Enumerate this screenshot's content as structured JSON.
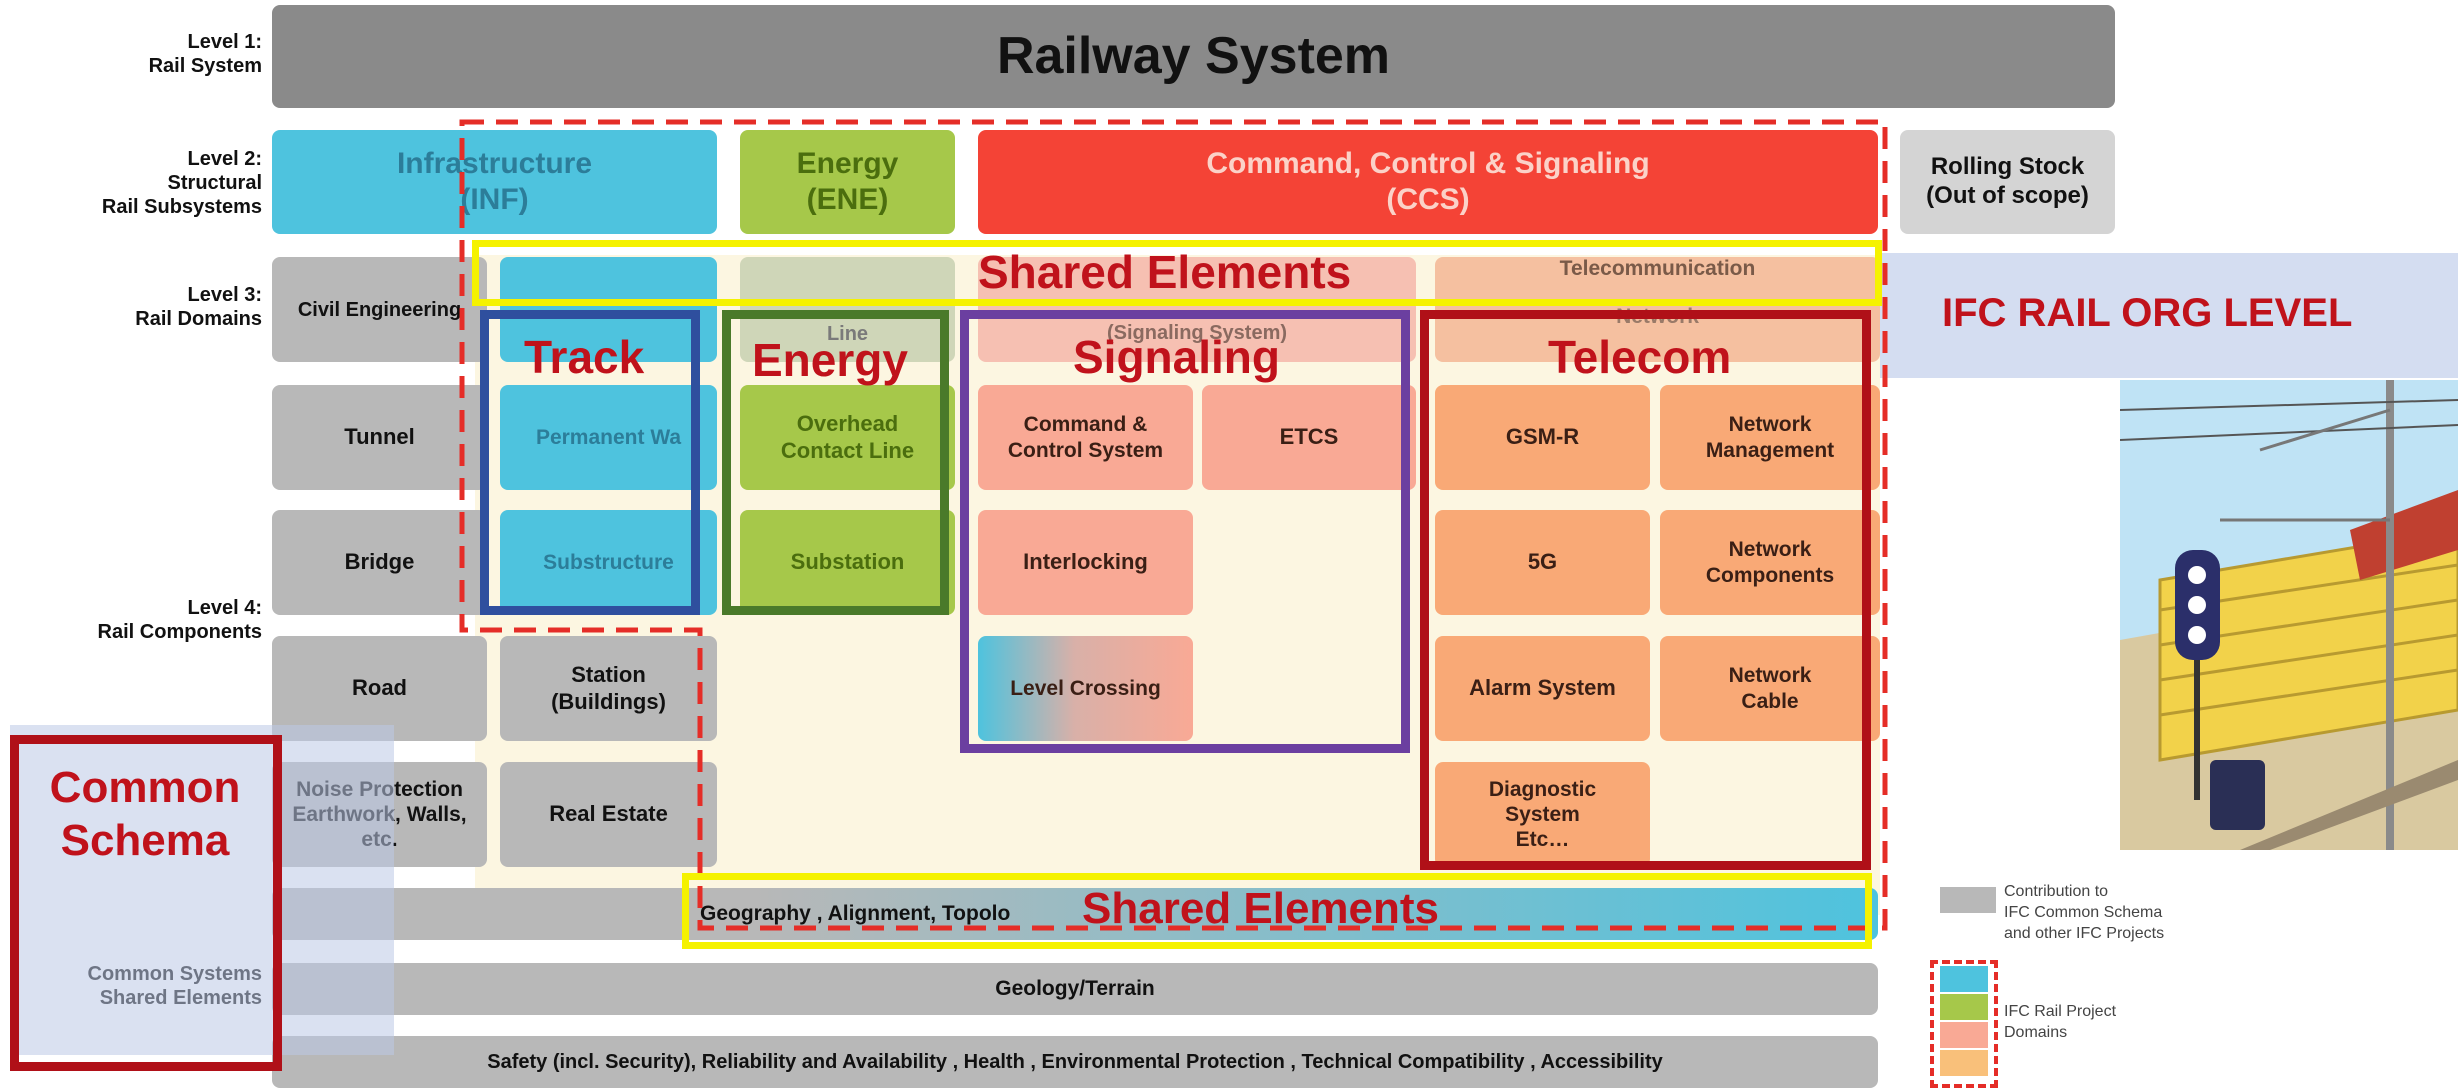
{
  "levels": {
    "l1": [
      "Level 1:",
      "Rail System"
    ],
    "l2": [
      "Level 2:",
      "Structural",
      "Rail Subsystems"
    ],
    "l3": [
      "Level 3:",
      "Rail Domains"
    ],
    "l4": [
      "Level 4:",
      "Rail Components"
    ]
  },
  "level1": {
    "railway_system": "Railway System"
  },
  "level2": {
    "infrastructure": [
      "Infrastructure",
      "(INF)"
    ],
    "energy": [
      "Energy",
      "(ENE)"
    ],
    "ccs": [
      "Command, Control & Signaling",
      "(CCS)"
    ],
    "rolling_stock": [
      "Rolling Stock",
      "(Out of scope)"
    ]
  },
  "level3": {
    "civil_engineering": "Civil Engineering",
    "telecommunication": "Telecommunication",
    "signaling_system": "(Signaling System)",
    "line": "Line",
    "network": "Network"
  },
  "components": {
    "tunnel": "Tunnel",
    "bridge": "Bridge",
    "road": "Road",
    "noise_protection": [
      "Noise Protection",
      "Earthwork, Walls,",
      "etc."
    ],
    "permanent_way": "Permanent Wa",
    "substructure": "Substructure",
    "station": [
      "Station",
      "(Buildings)"
    ],
    "real_estate": "Real Estate",
    "overhead_contact_line": [
      "Overhead",
      "Contact Line"
    ],
    "substation": "Substation",
    "command_control_system": [
      "Command &",
      "Control System"
    ],
    "etcs": "ETCS",
    "interlocking": "Interlocking",
    "level_crossing": "Level Crossing",
    "gsm_r": "GSM-R",
    "network_management": [
      "Network",
      "Management"
    ],
    "five_g": "5G",
    "network_components": [
      "Network",
      "Components"
    ],
    "alarm_system": "Alarm System",
    "network_cable": [
      "Network",
      "Cable"
    ],
    "diagnostic_system": [
      "Diagnostic",
      "System",
      "Etc…"
    ]
  },
  "common": {
    "geography_alignment": "Geography , Alignment, Topolo",
    "common_systems": [
      "Common Systems",
      "Shared Elements"
    ],
    "geology_terrain": "Geology/Terrain",
    "safety": "Safety (incl. Security), Reliability and Availability , Health , Environmental Protection , Technical Compatibility , Accessibility"
  },
  "overlays": {
    "shared_elements_top": "Shared Elements",
    "shared_elements_bottom": "Shared Elements",
    "track": "Track",
    "energy": "Energy",
    "signaling": "Signaling",
    "telecom": "Telecom",
    "common_schema": [
      "Common",
      "Schema"
    ],
    "ifc_rail_org_level": "IFC RAIL ORG LEVEL"
  },
  "legend": {
    "gray_item": [
      "Contribution to",
      "IFC Common Schema",
      "and other IFC Projects"
    ],
    "domains_item": [
      "IFC Rail Project",
      "Domains"
    ]
  },
  "colors": {
    "infrastructure": "#4ec3de",
    "energy": "#a6c84a",
    "ccs": "#f44336",
    "signaling_components": "#f9a995",
    "telecom_components": "#f9a976",
    "common_gray": "#b8b8b8",
    "overlay_red": "#c0121b",
    "track_frame": "#2f4f9e",
    "energy_frame": "#4a7a2a",
    "signaling_frame": "#6b3fa0",
    "shared_frame": "#f5f200"
  }
}
